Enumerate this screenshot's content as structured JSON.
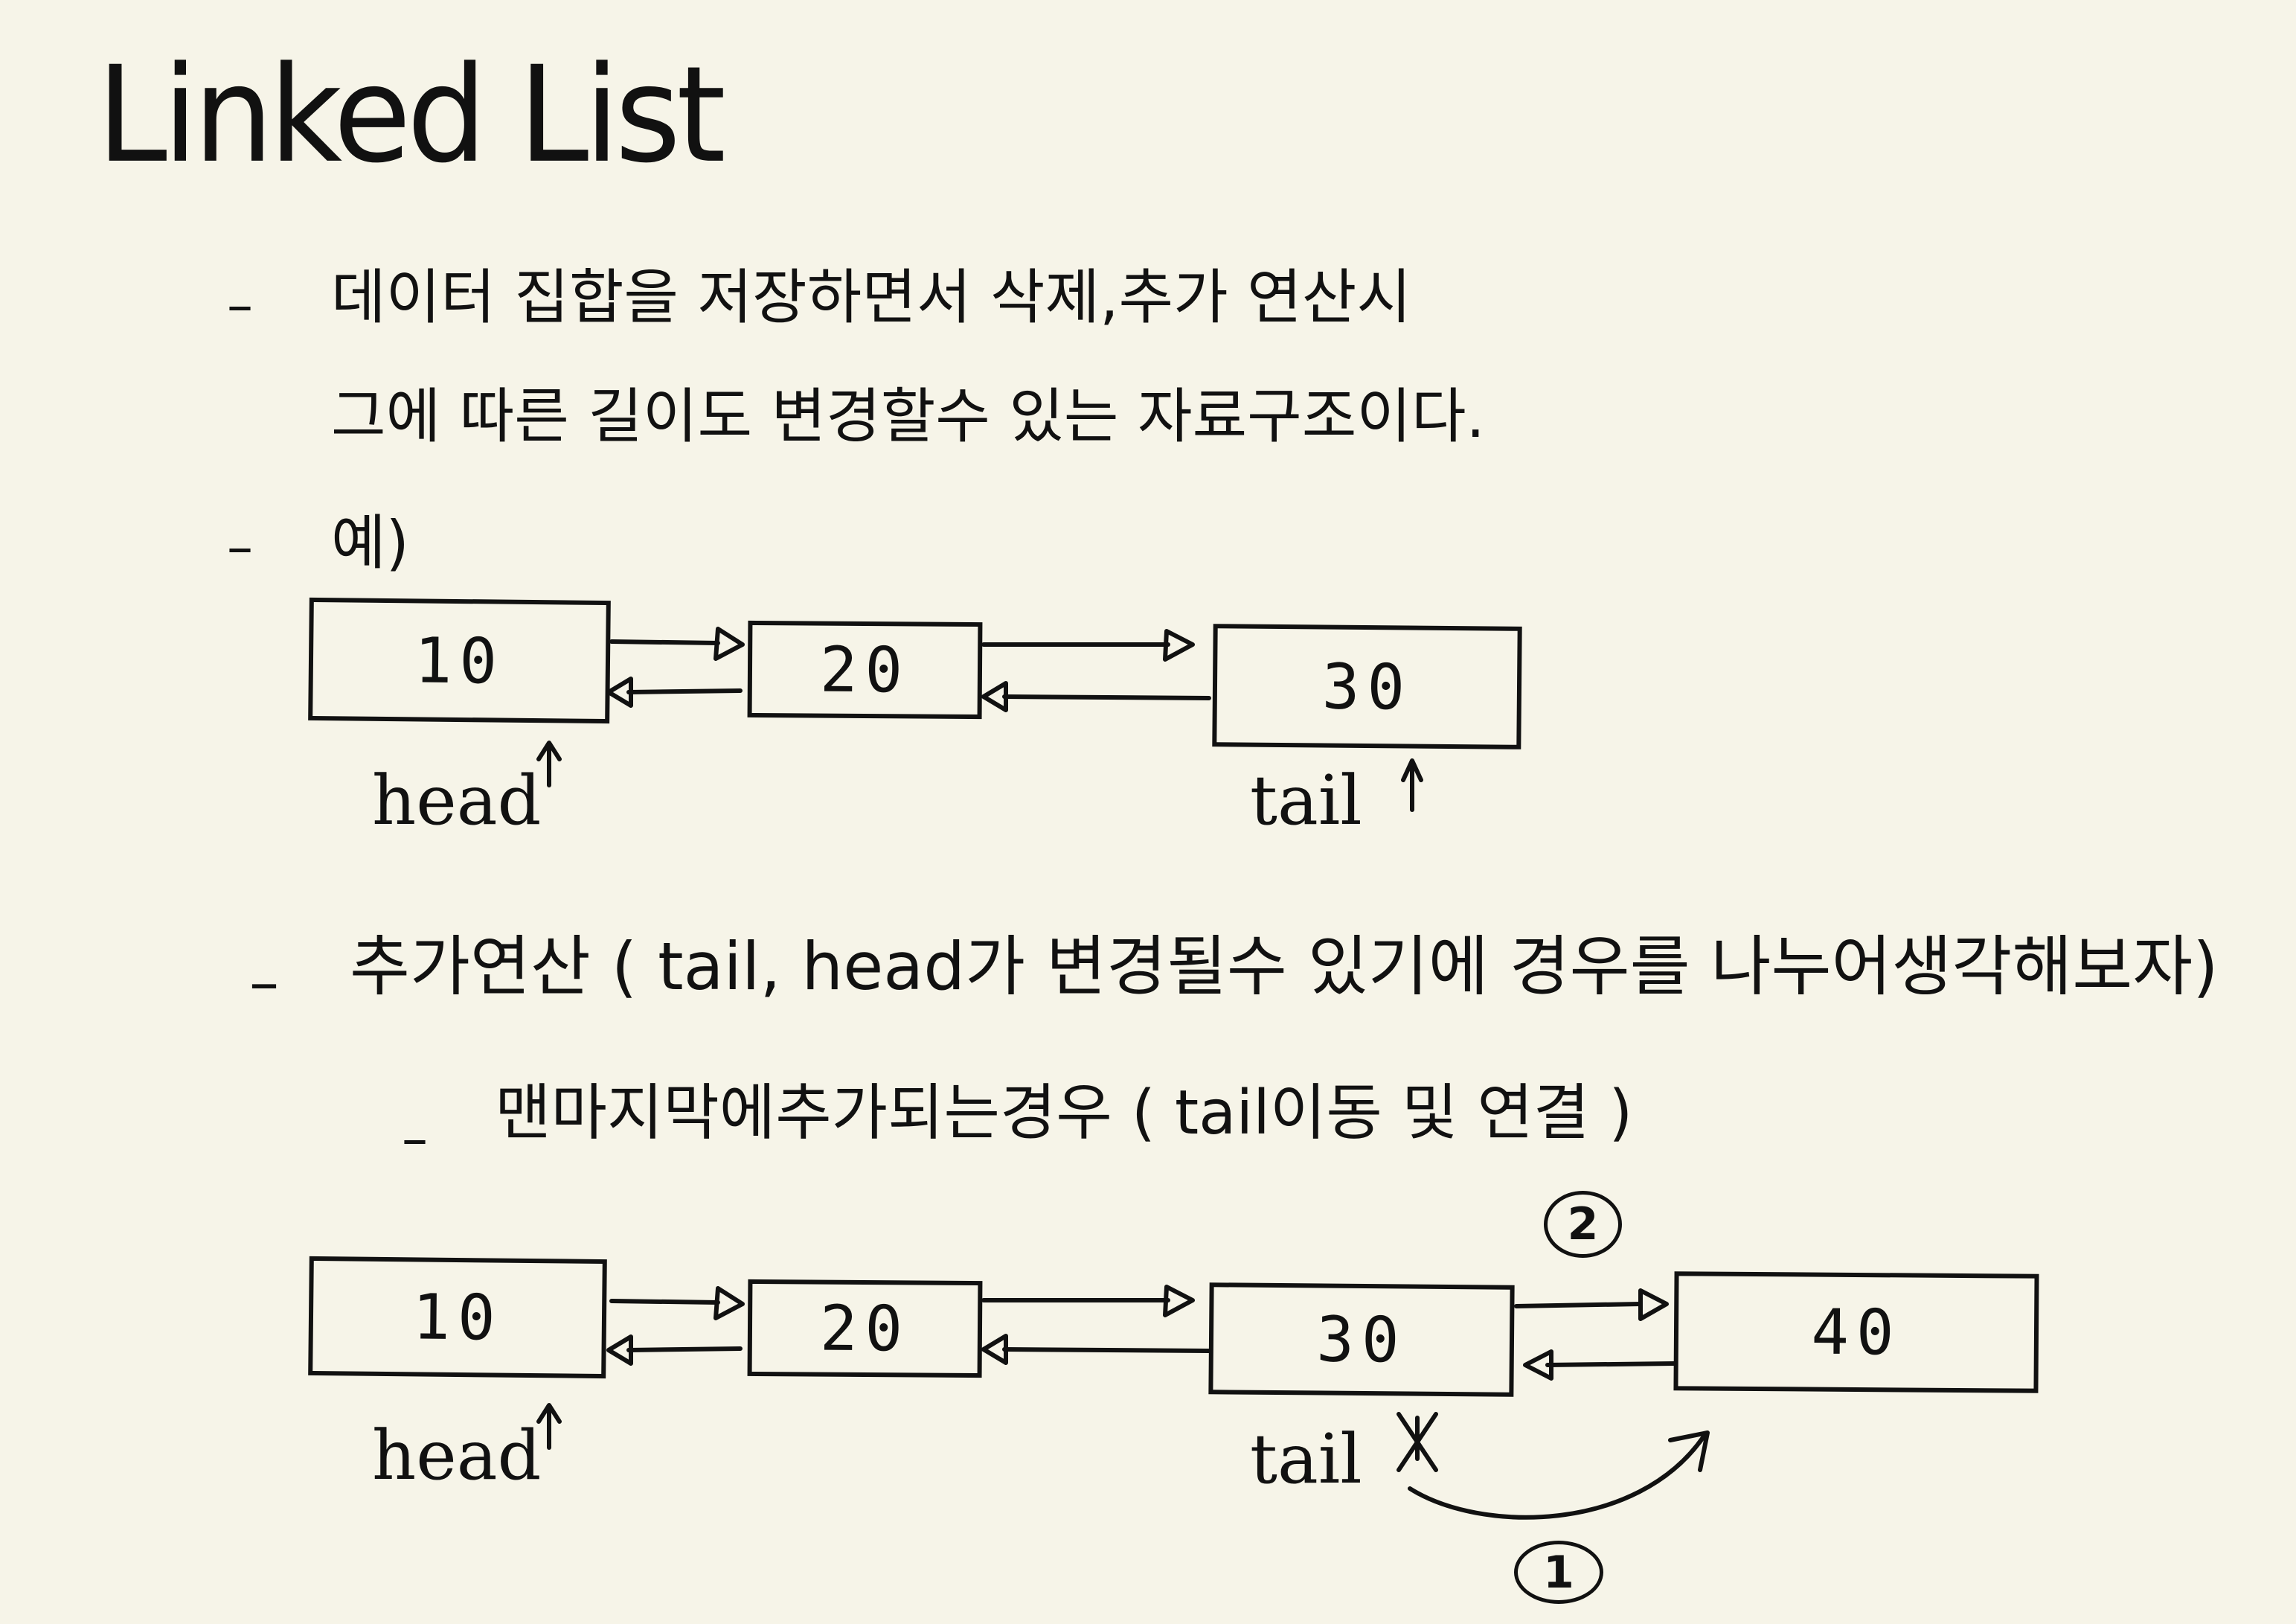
{
  "title": "Linked List",
  "bullets": {
    "definition_line1": "데이터 집합을 저장하면서   삭제,추가 연산시",
    "definition_line2": "그에 따른 길이도 변경할수 있는 자료구조이다.",
    "example": "예)",
    "add_operation": "추가연산 ( tail, head가 변경될수 있기에 경우를 나누어생각해보자)",
    "append_case": "맨마지막에추가되는경우 ( tail이동 및 연결 )"
  },
  "diagram1": {
    "nodes": [
      "10",
      "20",
      "30"
    ],
    "head_label": "head",
    "tail_label": "tail"
  },
  "diagram2": {
    "nodes": [
      "10",
      "20",
      "30",
      "40"
    ],
    "head_label": "head",
    "tail_label": "tail",
    "step1": "1",
    "step2": "2"
  }
}
